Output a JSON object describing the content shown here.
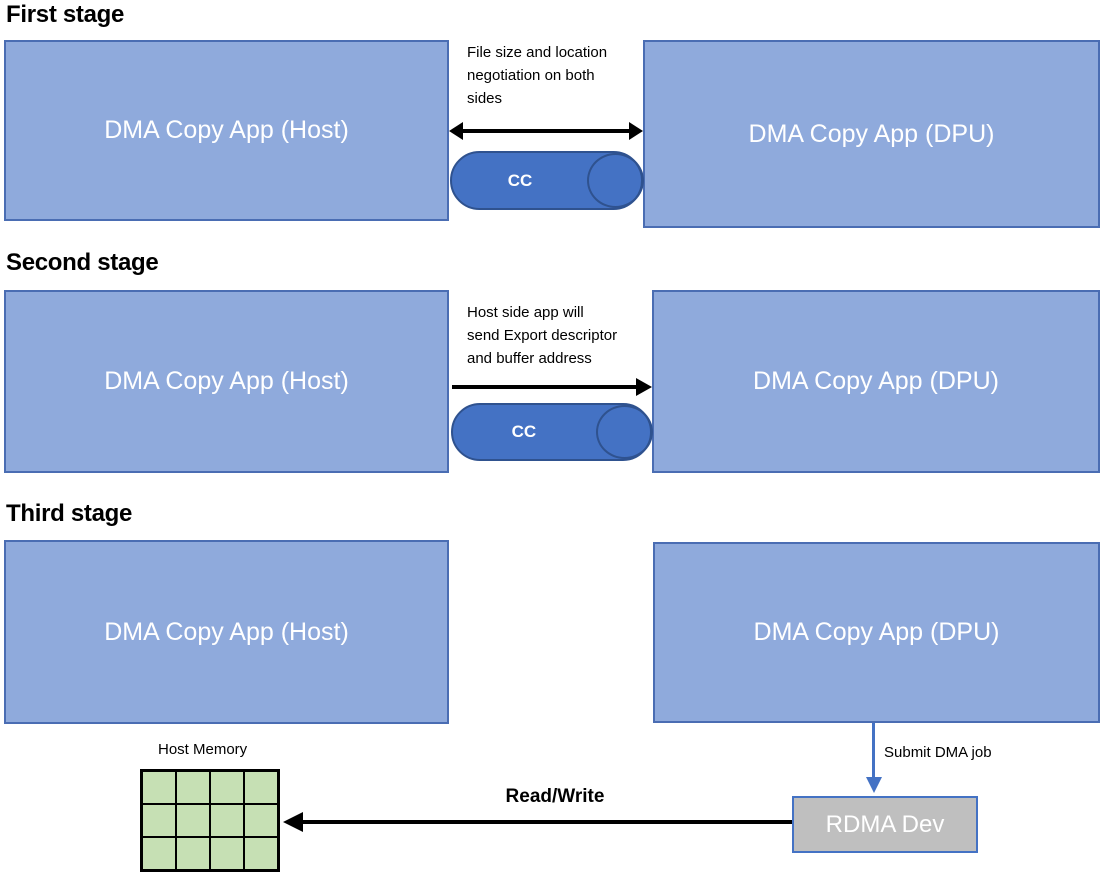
{
  "colors": {
    "box_fill": "#8FAADC",
    "box_border": "#4a6db3",
    "capsule_fill": "#4472C4",
    "capsule_border": "#2F528F",
    "memory_fill": "#C6E0B4",
    "rdma_fill": "#BFBFBF",
    "rdma_border": "#4472C4",
    "arrow_black": "#000000",
    "arrow_blue": "#4472C4",
    "box_text": "#ffffff"
  },
  "stages": [
    {
      "title": "First stage",
      "host_label": "DMA Copy App (Host)",
      "dpu_label": "DMA Copy App (DPU)",
      "annotation_lines": [
        "File size and location",
        "negotiation on both",
        "sides"
      ],
      "channel_label": "CC",
      "arrow_type": "double-headed"
    },
    {
      "title": "Second stage",
      "host_label": "DMA Copy App (Host)",
      "dpu_label": "DMA Copy App (DPU)",
      "annotation_lines": [
        "Host side app will",
        "send Export descriptor",
        "and buffer address"
      ],
      "channel_label": "CC",
      "arrow_type": "right"
    },
    {
      "title": "Third stage",
      "host_label": "DMA Copy App (Host)",
      "dpu_label": "DMA Copy App (DPU)",
      "submit_label": "Submit DMA job",
      "rdma_label": "RDMA Dev",
      "readwrite_label": "Read/Write",
      "memory_label": "Host Memory",
      "memory_grid": {
        "columns": 4,
        "rows": 3
      }
    }
  ]
}
